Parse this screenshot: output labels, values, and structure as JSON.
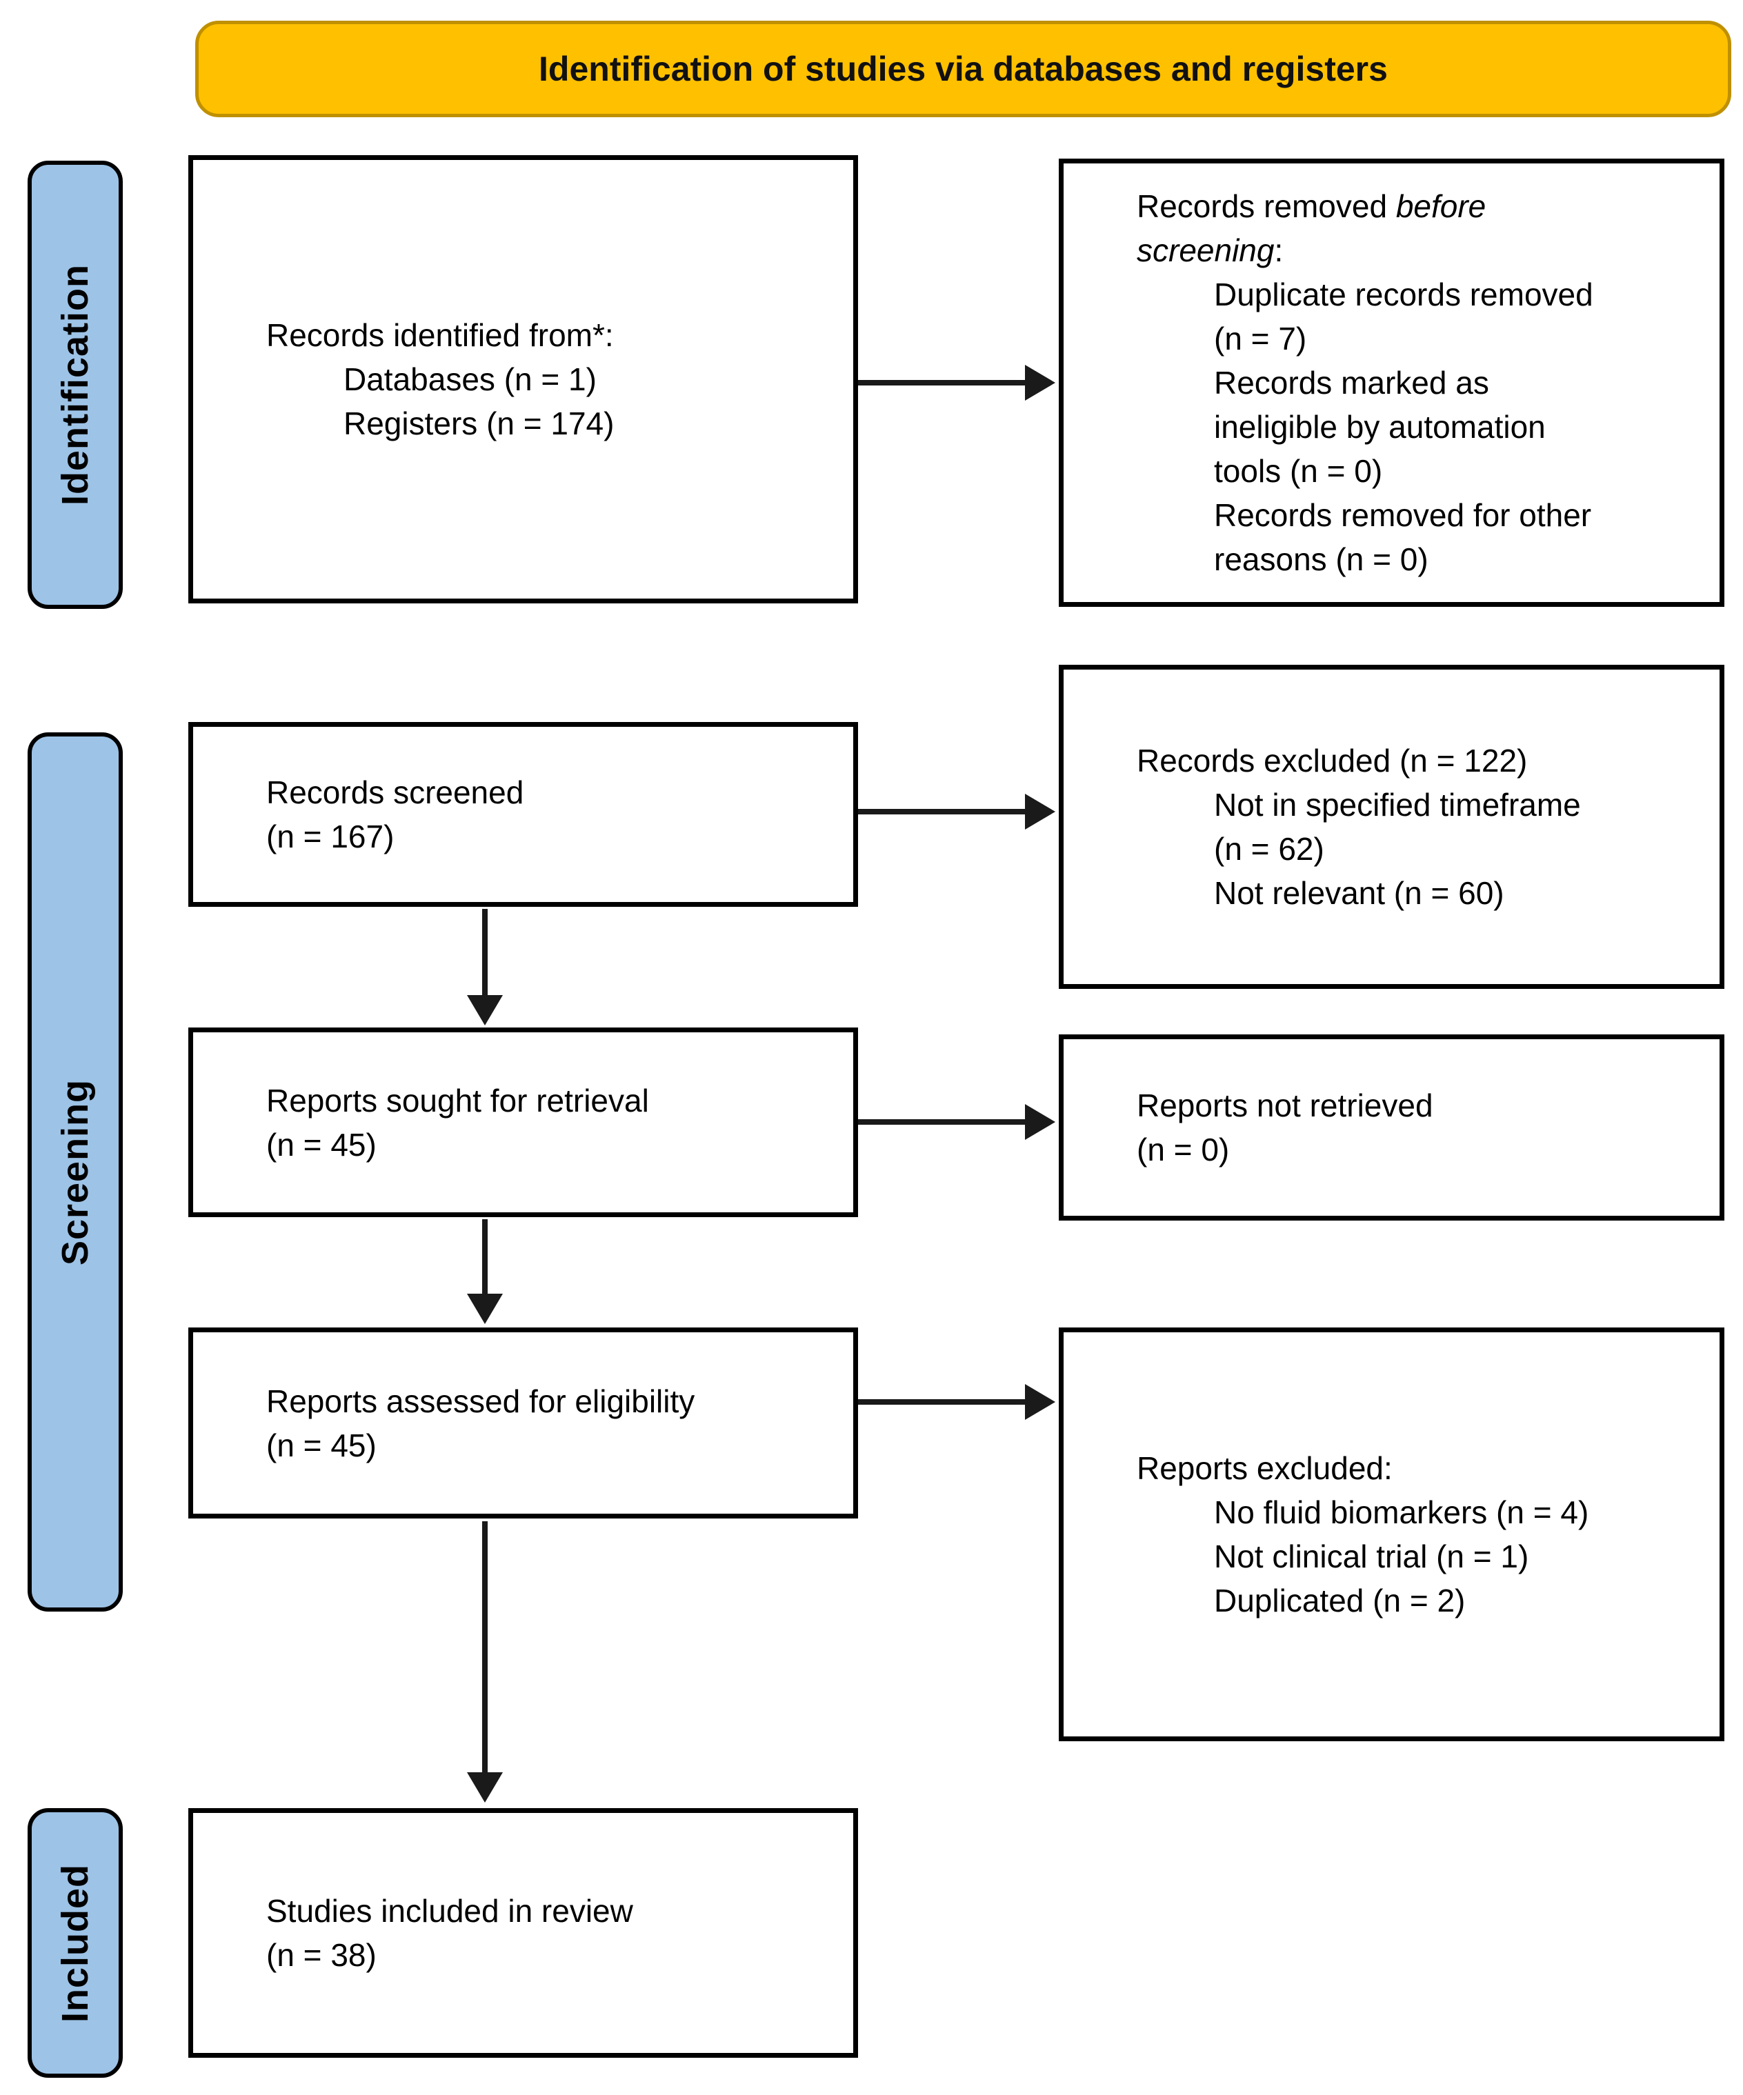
{
  "banner": {
    "label": "Identification of studies via databases and registers"
  },
  "colors": {
    "banner_fill": "#FFC000",
    "banner_border": "#BF9000",
    "side_label_fill": "#9DC3E6",
    "box_border": "#000000",
    "arrow": "#1a1a1a",
    "text": "#000000"
  },
  "side_labels": [
    {
      "id": "identification",
      "label": "Identification"
    },
    {
      "id": "screening",
      "label": "Screening"
    },
    {
      "id": "included",
      "label": "Included"
    }
  ],
  "left_boxes": {
    "records_identified": {
      "lines": [
        {
          "text": "Records identified from*:",
          "indent": 0
        },
        {
          "text": "Databases (n = 1)",
          "indent": 1
        },
        {
          "text": "Registers (n = 174)",
          "indent": 1
        }
      ]
    },
    "records_screened": {
      "lines": [
        {
          "text": "Records screened",
          "indent": 0
        },
        {
          "text": "(n = 167)",
          "indent": 0
        }
      ]
    },
    "reports_sought": {
      "lines": [
        {
          "text": "Reports sought for retrieval",
          "indent": 0
        },
        {
          "text": "(n = 45)",
          "indent": 0
        }
      ]
    },
    "reports_assessed": {
      "lines": [
        {
          "text": "Reports assessed for eligibility",
          "indent": 0
        },
        {
          "text": "(n = 45)",
          "indent": 0
        }
      ]
    },
    "studies_included": {
      "lines": [
        {
          "text": "Studies included in review",
          "indent": 0
        },
        {
          "text": "(n = 38)",
          "indent": 0
        }
      ]
    }
  },
  "right_boxes": {
    "records_removed": {
      "lines": [
        {
          "pre": "Records removed ",
          "italic": "before screening",
          "post": ":",
          "indent": 0
        },
        {
          "text": "Duplicate records removed (n = 7)",
          "indent": 1
        },
        {
          "text": "Records marked as ineligible by automation tools (n = 0)",
          "indent": 1
        },
        {
          "text": "Records removed for other reasons (n = 0)",
          "indent": 1
        }
      ]
    },
    "records_excluded": {
      "lines": [
        {
          "text": "Records excluded (n = 122)",
          "indent": 0
        },
        {
          "text": "Not in specified timeframe (n = 62)",
          "indent": 1
        },
        {
          "text": "Not relevant (n = 60)",
          "indent": 1
        }
      ]
    },
    "reports_not_retrieved": {
      "lines": [
        {
          "text": "Reports not retrieved",
          "indent": 0
        },
        {
          "text": "(n = 0)",
          "indent": 0
        }
      ]
    },
    "reports_excluded": {
      "lines": [
        {
          "text": "Reports excluded:",
          "indent": 0
        },
        {
          "text": "No fluid biomarkers (n = 4)",
          "indent": 1
        },
        {
          "text": "Not clinical trial (n = 1)",
          "indent": 1
        },
        {
          "text": "Duplicated (n = 2)",
          "indent": 1
        }
      ]
    }
  }
}
